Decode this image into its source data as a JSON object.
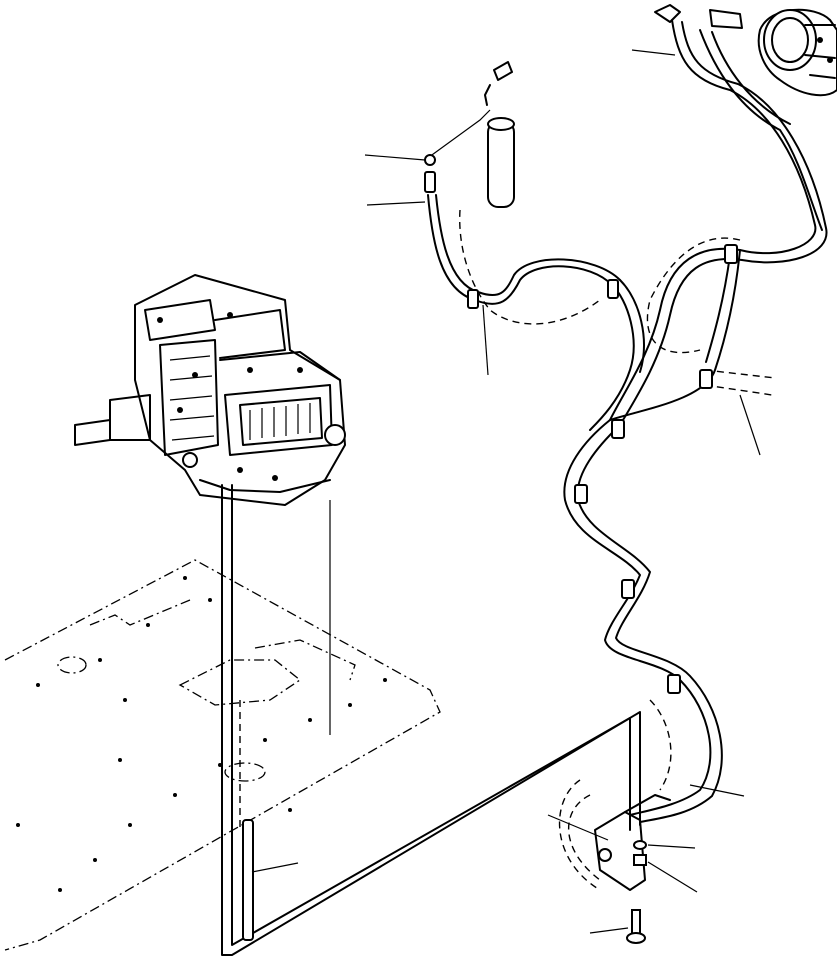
{
  "diagram": {
    "components": [
      {
        "name": "compressor"
      },
      {
        "name": "receiver-dryer"
      },
      {
        "name": "air-conditioner-unit"
      },
      {
        "name": "cab-floor-plate"
      },
      {
        "name": "hose-harness"
      },
      {
        "name": "drain-tube"
      },
      {
        "name": "mounting-bracket"
      },
      {
        "name": "bolt"
      }
    ],
    "callouts": [
      {
        "id": "callout-compressor-hose"
      },
      {
        "id": "callout-o-ring"
      },
      {
        "id": "callout-dryer-hose"
      },
      {
        "id": "callout-clamp"
      },
      {
        "id": "callout-hose-right"
      },
      {
        "id": "callout-drain-tube"
      },
      {
        "id": "callout-bracket"
      },
      {
        "id": "callout-hose-lower"
      },
      {
        "id": "callout-washer"
      },
      {
        "id": "callout-nut"
      },
      {
        "id": "callout-bolt"
      }
    ]
  }
}
